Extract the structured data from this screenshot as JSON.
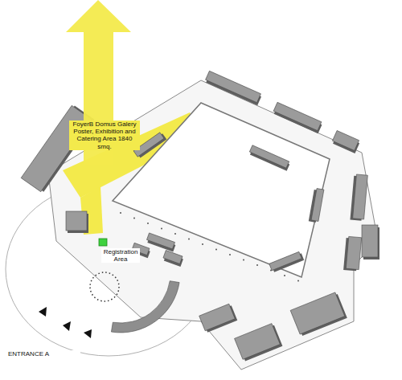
{
  "diagram": {
    "labels": [
      "FoyerB Domus Galery Poster, Exhibition and Catering Area 1840 smq.",
      "Registration Area",
      "ENTRANCE A"
    ]
  }
}
